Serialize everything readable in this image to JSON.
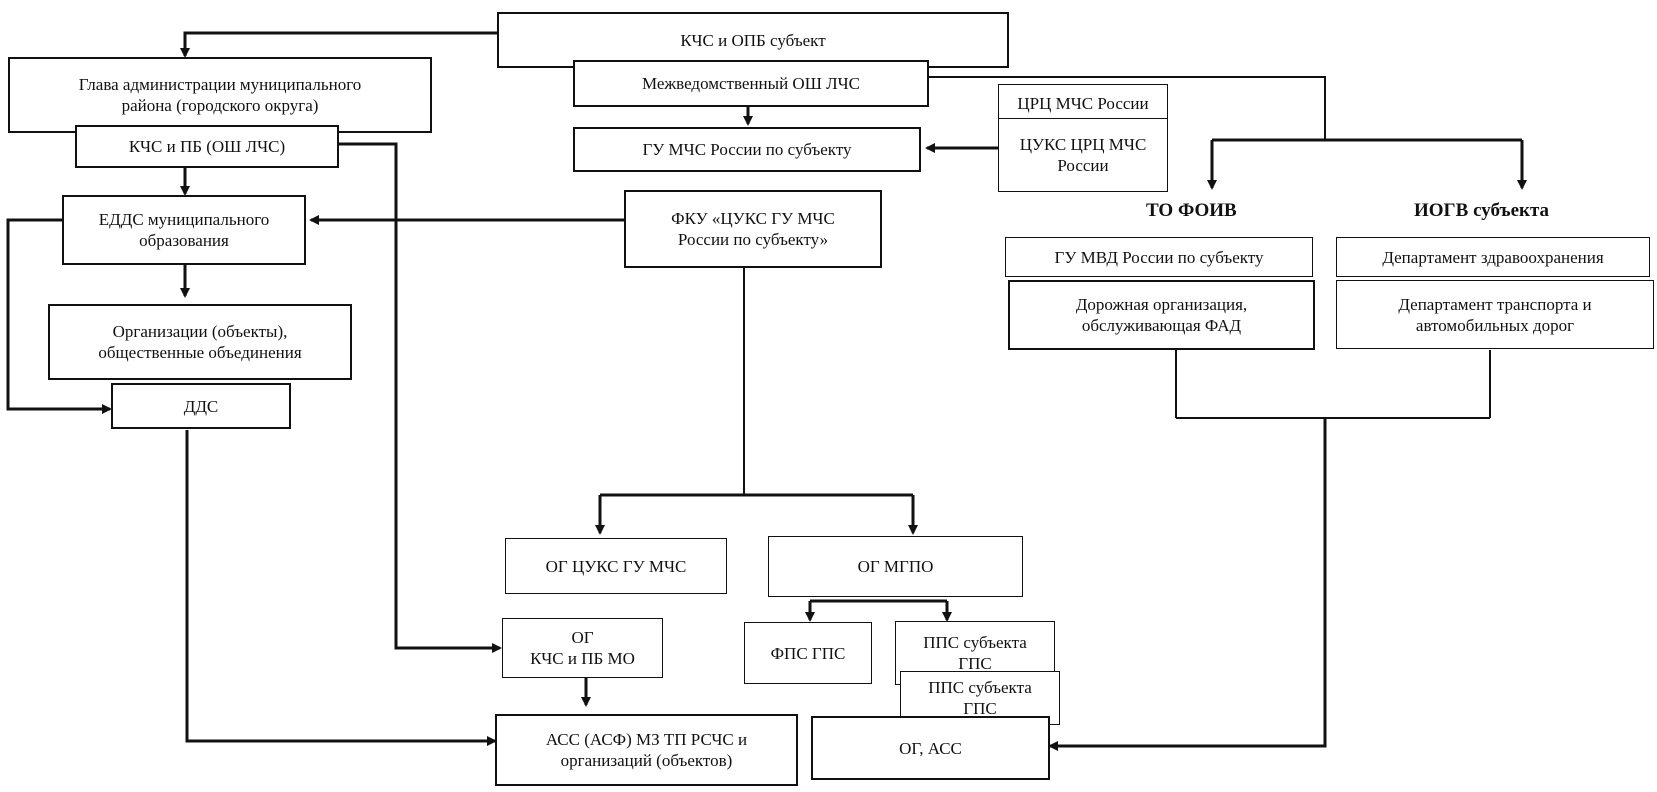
{
  "nodes": {
    "kchs_opb_subject": "КЧС и ОПБ субъект",
    "interagency_hq": "Межведомственный ОШ ЛЧС",
    "gu_mchs_subject": "ГУ МЧС России по субъекту",
    "crc_mchs": "ЦРЦ МЧС России",
    "cuks_crc": "ЦУКС ЦРЦ МЧС\nРоссии",
    "head_admin": "Глава администрации муниципального\nрайона (городского округа)",
    "kchs_pb": "КЧС и ПБ (ОШ ЛЧС)",
    "edds": "ЕДДС муниципального\nобразования",
    "fku_cuks": "ФКУ «ЦУКС ГУ МЧС\nРоссии по субъекту»",
    "organizations": "Организации (объекты),\nобщественные объединения",
    "dds": "ДДС",
    "to_foiv": "ТО ФОИВ",
    "iogv_subject": "ИОГВ субъекта",
    "gu_mvd": "ГУ МВД России по субъекту",
    "health_dept": "Департамент здравоохранения",
    "road_org": "Дорожная организация,\nобслуживающая ФАД",
    "transport_dept": "Департамент транспорта и\nавтомобильных дорог",
    "og_cuks": "ОГ ЦУКС ГУ МЧС",
    "og_mgpo": "ОГ МГПО",
    "og_kchs_mo": "ОГ\nКЧС и ПБ МО",
    "fps_gps": "ФПС ГПС",
    "pps_subject_1": "ППС субъекта\nГПС",
    "pps_subject_2": "ППС субъекта\nГПС",
    "ass_asf": "АСС (АСФ) МЗ ТП РСЧС и\nорганизаций (объектов)",
    "og_ass": "ОГ, АСС"
  }
}
